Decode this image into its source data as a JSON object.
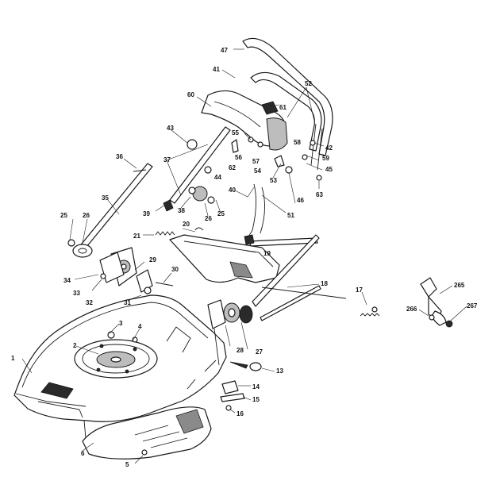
{
  "labels": [
    {
      "id": "p1",
      "text": "1"
    },
    {
      "id": "p2",
      "text": "2"
    },
    {
      "id": "p3",
      "text": "3"
    },
    {
      "id": "p4",
      "text": "4"
    },
    {
      "id": "p5",
      "text": "5"
    },
    {
      "id": "p6",
      "text": "6"
    },
    {
      "id": "p13",
      "text": "13"
    },
    {
      "id": "p14",
      "text": "14"
    },
    {
      "id": "p15",
      "text": "15"
    },
    {
      "id": "p16",
      "text": "16"
    },
    {
      "id": "p17",
      "text": "17"
    },
    {
      "id": "p18",
      "text": "18"
    },
    {
      "id": "p19",
      "text": "19"
    },
    {
      "id": "p20",
      "text": "20"
    },
    {
      "id": "p21",
      "text": "21"
    },
    {
      "id": "p25a",
      "text": "25"
    },
    {
      "id": "p25b",
      "text": "25"
    },
    {
      "id": "p26a",
      "text": "26"
    },
    {
      "id": "p26b",
      "text": "26"
    },
    {
      "id": "p27",
      "text": "27"
    },
    {
      "id": "p28",
      "text": "28"
    },
    {
      "id": "p29",
      "text": "29"
    },
    {
      "id": "p30",
      "text": "30"
    },
    {
      "id": "p31",
      "text": "31"
    },
    {
      "id": "p32",
      "text": "32"
    },
    {
      "id": "p33",
      "text": "33"
    },
    {
      "id": "p34",
      "text": "34"
    },
    {
      "id": "p35",
      "text": "35"
    },
    {
      "id": "p36",
      "text": "36"
    },
    {
      "id": "p37",
      "text": "37"
    },
    {
      "id": "p38",
      "text": "38"
    },
    {
      "id": "p39",
      "text": "39"
    },
    {
      "id": "p40",
      "text": "40"
    },
    {
      "id": "p41",
      "text": "41"
    },
    {
      "id": "p42",
      "text": "42"
    },
    {
      "id": "p43",
      "text": "43"
    },
    {
      "id": "p44",
      "text": "44"
    },
    {
      "id": "p45",
      "text": "45"
    },
    {
      "id": "p46",
      "text": "46"
    },
    {
      "id": "p47",
      "text": "47"
    },
    {
      "id": "p51",
      "text": "51"
    },
    {
      "id": "p52",
      "text": "52"
    },
    {
      "id": "p53",
      "text": "53"
    },
    {
      "id": "p54",
      "text": "54"
    },
    {
      "id": "p55",
      "text": "55"
    },
    {
      "id": "p56",
      "text": "56"
    },
    {
      "id": "p57",
      "text": "57"
    },
    {
      "id": "p58",
      "text": "58"
    },
    {
      "id": "p59",
      "text": "59"
    },
    {
      "id": "p60",
      "text": "60"
    },
    {
      "id": "p61",
      "text": "61"
    },
    {
      "id": "p62",
      "text": "62"
    },
    {
      "id": "p63",
      "text": "63"
    },
    {
      "id": "p265",
      "text": "265"
    },
    {
      "id": "p266",
      "text": "266"
    },
    {
      "id": "p267",
      "text": "267"
    }
  ]
}
